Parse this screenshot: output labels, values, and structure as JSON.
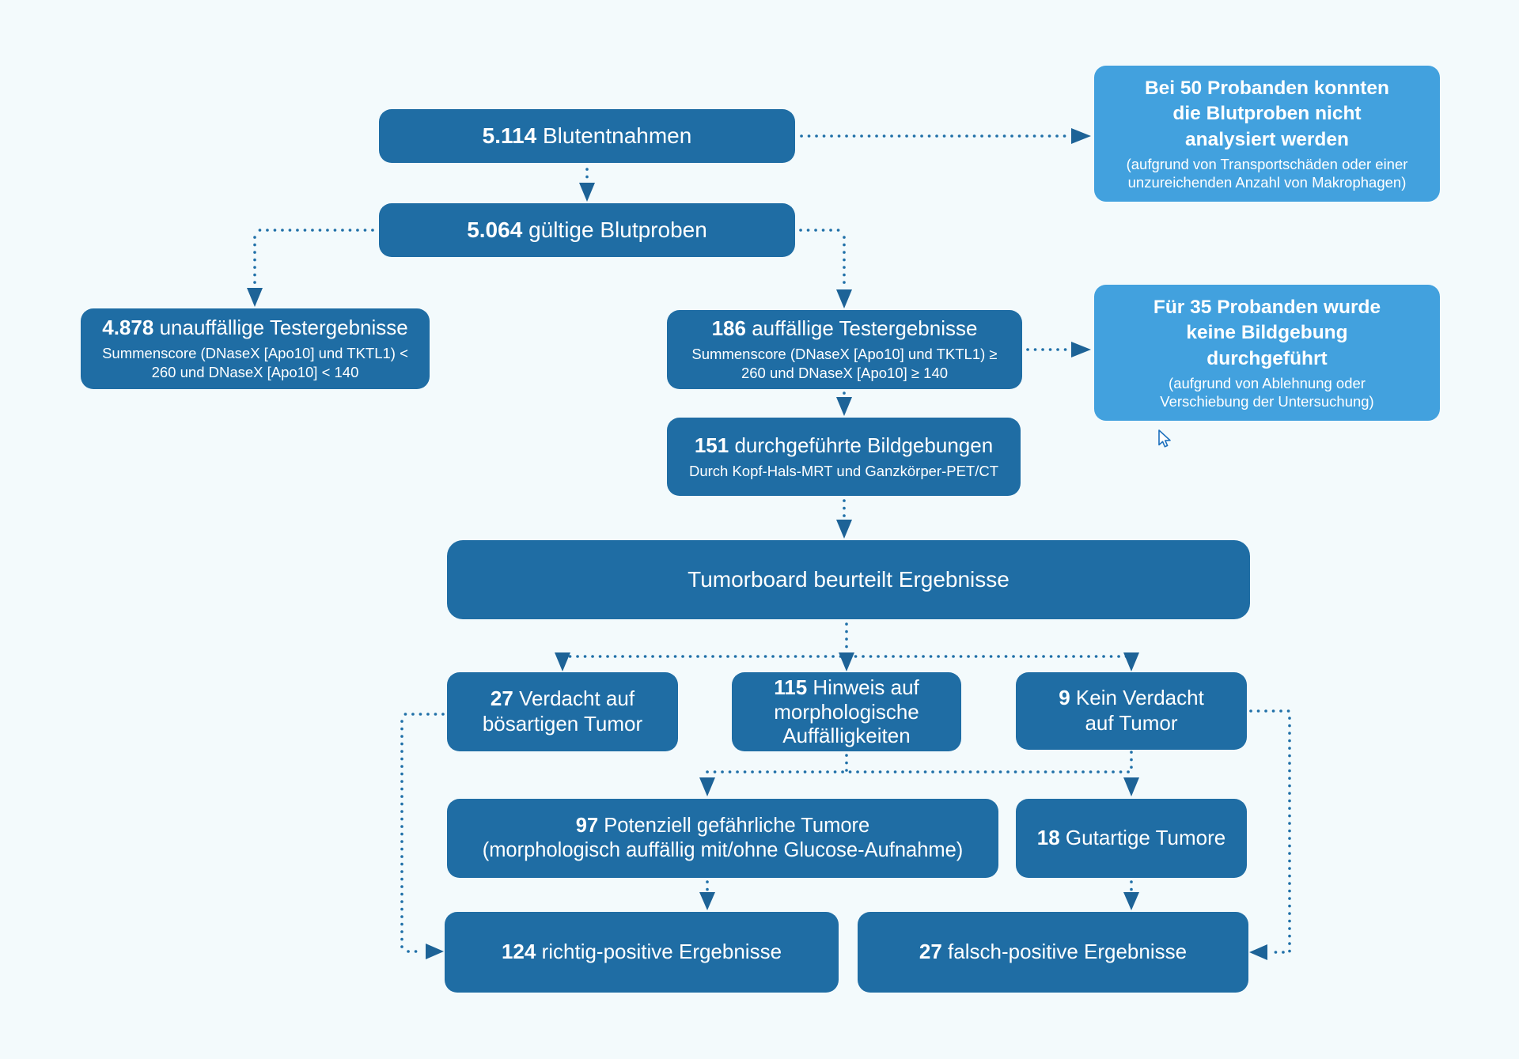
{
  "colors": {
    "background": "#f3fafc",
    "dark_box": "#1f6da4",
    "light_box": "#42a1de",
    "connector": "#2070a8",
    "arrowhead": "#1d6397",
    "text": "#ffffff"
  },
  "nodes": {
    "blutentnahmen": {
      "number": "5.114",
      "label": "Blutentnahmen"
    },
    "blutproben_nicht_analysiert": {
      "title": [
        "Bei 50 Probanden konnten",
        "die Blutproben nicht",
        "analysiert werden"
      ],
      "sub": [
        "(aufgrund von Transportschäden oder einer",
        "unzureichenden Anzahl von Makrophagen)"
      ]
    },
    "gueltige_blutproben": {
      "number": "5.064",
      "label": "gültige Blutproben"
    },
    "unauffaellige_testergebnisse": {
      "number": "4.878",
      "label": "unauffällige Testergebnisse",
      "sub": [
        "Summenscore (DNaseX [Apo10] und TKTL1) <",
        "260 und DNaseX [Apo10] < 140"
      ]
    },
    "auffaellige_testergebnisse": {
      "number": "186",
      "label": "auffällige Testergebnisse",
      "sub": [
        "Summenscore (DNaseX [Apo10] und TKTL1) ≥",
        "260 und DNaseX [Apo10] ≥ 140"
      ]
    },
    "keine_bildgebung": {
      "title": [
        "Für 35 Probanden wurde",
        "keine Bildgebung",
        "durchgeführt"
      ],
      "sub": [
        "(aufgrund von Ablehnung oder",
        "Verschiebung der Untersuchung)"
      ]
    },
    "durchgefuehrte_bildgebungen": {
      "number": "151",
      "label": "durchgeführte Bildgebungen",
      "sub": [
        "Durch Kopf-Hals-MRT und Ganzkörper-PET/CT"
      ]
    },
    "tumorboard": {
      "label": "Tumorboard beurteilt Ergebnisse"
    },
    "verdacht_boesartig": {
      "number": "27",
      "label": [
        "Verdacht auf",
        "bösartigen Tumor"
      ]
    },
    "hinweis_morphologisch": {
      "number": "115",
      "label": [
        "Hinweis auf",
        "morphologische",
        "Auffälligkeiten"
      ]
    },
    "kein_verdacht": {
      "number": "9",
      "label": [
        "Kein Verdacht",
        "auf Tumor"
      ]
    },
    "potenziell_gefaehrlich": {
      "number": "97",
      "label": "Potenziell gefährliche Tumore",
      "line2": "(morphologisch auffällig mit/ohne Glucose-Aufnahme)"
    },
    "gutartige_tumore": {
      "number": "18",
      "label": "Gutartige Tumore"
    },
    "richtig_positiv": {
      "number": "124",
      "label": "richtig-positive Ergebnisse"
    },
    "falsch_positiv": {
      "number": "27",
      "label": "falsch-positive Ergebnisse"
    }
  }
}
